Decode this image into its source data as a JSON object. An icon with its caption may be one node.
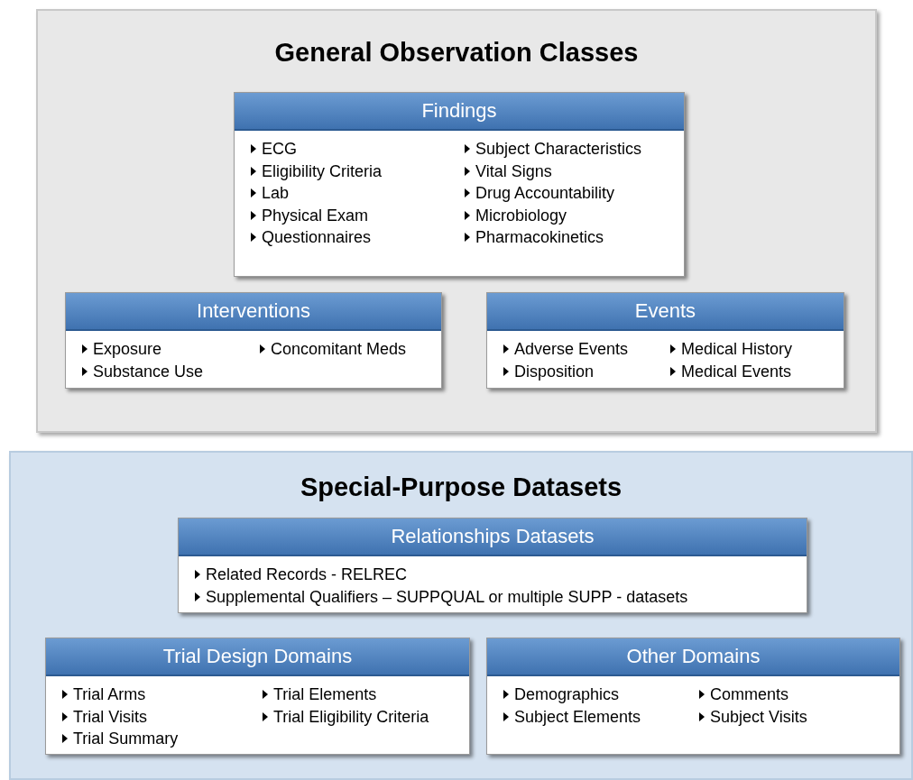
{
  "diagram": {
    "nodes": [
      {
        "text": [
          "General Observation Classes"
        ]
      },
      {
        "text": [
          "Findings",
          "ECG",
          "Eligibility Criteria",
          "Lab",
          "Physical Exam",
          "Questionnaires",
          "Subject Characteristics",
          "Vital Signs",
          "Drug Accountability",
          "Microbiology",
          "Pharmacokinetics"
        ],
        "in": 0
      },
      {
        "text": [
          "Interventions",
          "Exposure",
          "Substance Use",
          "Concomitant Meds"
        ],
        "in": 0
      },
      {
        "text": [
          "Events",
          "Adverse Events",
          "Disposition",
          "Medical History",
          "Medical Events"
        ],
        "in": 0
      },
      {
        "text": [
          "Special-Purpose Datasets"
        ]
      },
      {
        "text": [
          "Relationships Datasets",
          "Related Records - RELREC",
          "Supplemental Qualifiers – SUPPQUAL or multiple SUPP - datasets"
        ],
        "in": 4
      },
      {
        "text": [
          "Trial Design Domains",
          "Trial Arms",
          "Trial Visits",
          "Trial Summary",
          "Trial Elements",
          "Trial Eligibility Criteria"
        ],
        "in": 4
      },
      {
        "text": [
          "Other Domains",
          "Demographics",
          "Subject Elements",
          "Comments",
          "Subject Visits"
        ],
        "in": 4
      }
    ],
    "edges": []
  }
}
